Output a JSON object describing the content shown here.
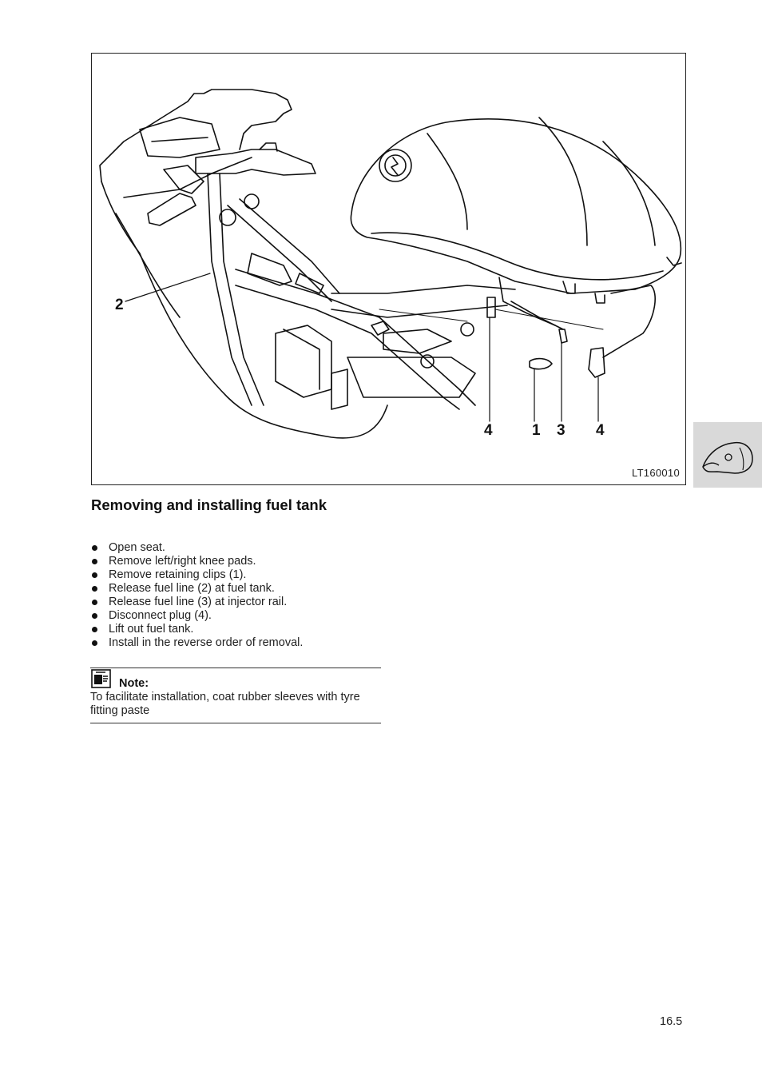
{
  "figure": {
    "id_label": "LT160010",
    "callouts": [
      "2",
      "4",
      "1",
      "3",
      "4"
    ]
  },
  "title": "Removing and installing fuel tank",
  "steps": [
    "Open seat.",
    "Remove left/right knee pads.",
    "Remove retaining clips (1).",
    "Release fuel line (2) at fuel tank.",
    "Release fuel line (3) at injector rail.",
    "Disconnect plug (4).",
    "Lift out fuel tank.",
    "Install in the reverse order of removal."
  ],
  "note": {
    "heading": "Note:",
    "text": "To facilitate installation, coat rubber sleeves with tyre fitting paste"
  },
  "page_number": "16.5",
  "icons": {
    "note": "note-pad-icon",
    "section_tab": "fuel-tank-icon"
  }
}
